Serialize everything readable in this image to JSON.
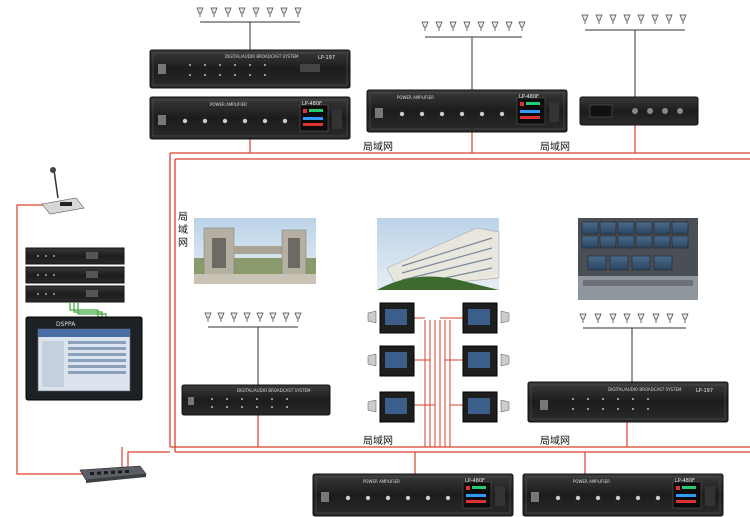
{
  "network": {
    "lan_label": "局域网",
    "lan_label_vertical": [
      "局",
      "域",
      "网"
    ]
  },
  "devices": {
    "broadcast_system_label": "DIGITAL/AUDIO BROADCAST SYSTEM",
    "amplifier_label": "POWER AMPLIFIER",
    "model_lp197": "LP-197",
    "model_lp480f": "LP-480F",
    "pc_brand": "DSPPA"
  },
  "colors": {
    "lan_line": "#d9412b",
    "device_body": "#1f1f1f",
    "device_panel": "#2b2b2b",
    "speaker_line": "#333333",
    "ethernet": "#3fa63f"
  }
}
